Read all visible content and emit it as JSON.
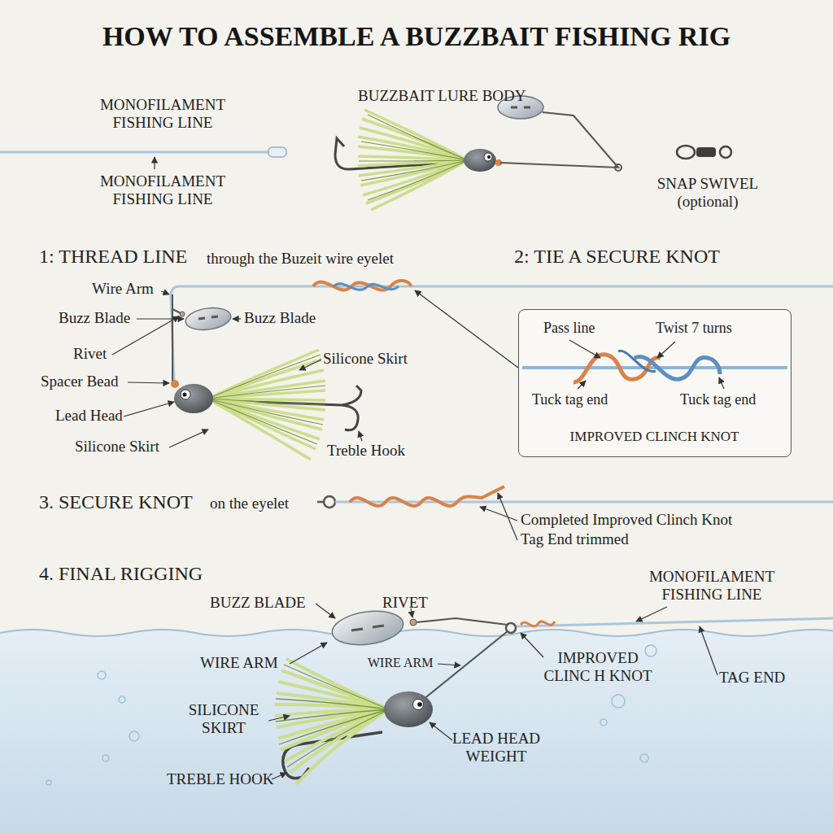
{
  "diagram": {
    "title": "HOW TO ASSEMBLE A BUZZBAIT FISHING RIG",
    "nodes": [
      {
        "text": [
          "Pass line",
          "Twist 7 turns",
          "Tuck tag end",
          "Tuck tag end",
          "IMPROVED CLINCH KNOT"
        ]
      }
    ],
    "labels": [
      "MONOFILAMENT FISHING LINE",
      "BUZZBAIT LURE BODY",
      "MONOFILAMENT FISHING LINE",
      "SNAP SWIVEL (optional)",
      "1: THREAD LINE",
      "through the Buzeit wire eyelet",
      "2: TIE A SECURE KNOT",
      "Wire Arm",
      "Buzz Blade",
      "Buzz Blade",
      "Rivet",
      "Silicone Skirt",
      "Spacer Bead",
      "Lead Head",
      "Silicone Skirt",
      "Treble Hook",
      "3. SECURE KNOT",
      "on the eyelet",
      "Completed Improved Clinch Knot",
      "Tag End trimmed",
      "4. FINAL RIGGING",
      "MONOFILAMENT FISHING LINE",
      "BUZZ BLADE",
      "RIVET",
      "WIRE ARM",
      "WIRE ARM",
      "IMPROVED CLINC H KNOT",
      "TAG END",
      "SILICONE SKIRT",
      "LEAD HEAD WEIGHT",
      "TREBLE HOOK"
    ]
  }
}
